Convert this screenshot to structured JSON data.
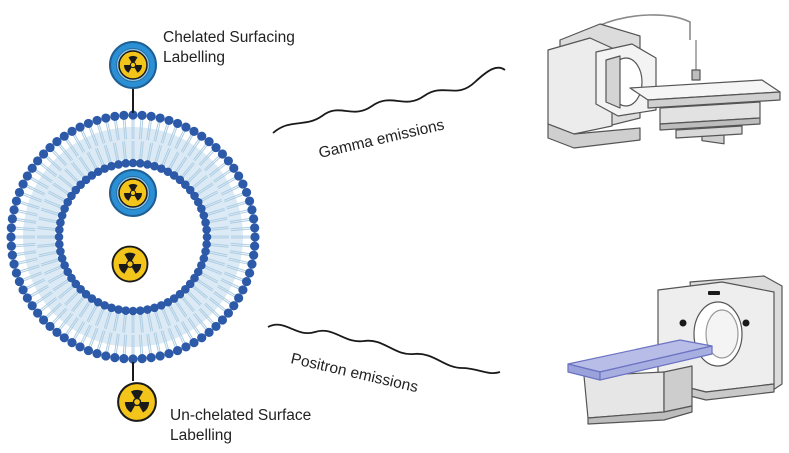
{
  "labels": {
    "chelated": [
      "Chelated Surfacing",
      "Labelling"
    ],
    "unchelated": [
      "Un-chelated Surface",
      "Labelling"
    ],
    "gamma": "Gamma emissions",
    "positron": "Positron emissions"
  },
  "colors": {
    "lipid_head": "#2c5aa8",
    "lipid_tail": "#aecde3",
    "lipid_fill": "#dbeaf5",
    "chelator": "#2b8fd6",
    "chelator_ring": "#2d6f9f",
    "radio_yellow": "#f3c419",
    "radio_black": "#1a1a1a",
    "scanner_gray": "#e6e6e6",
    "scanner_line": "#555555",
    "pet_bed": "#b7bde7",
    "pet_bed_side": "#9aa2db"
  },
  "icons": {
    "radioactive": "radioactive-icon",
    "liposome": "liposome-bilayer",
    "spect": "spect-scanner-icon",
    "pet": "pet-scanner-icon"
  }
}
